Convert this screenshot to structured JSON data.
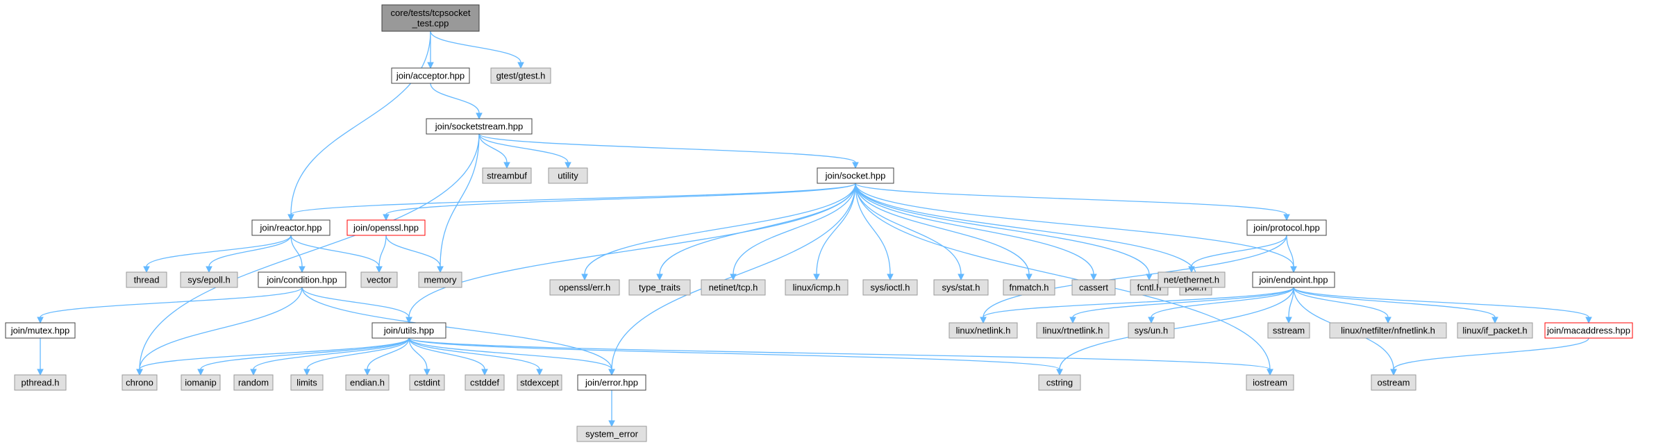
{
  "graph": {
    "nodes": [
      {
        "id": "root",
        "label": "core/tests/tcpsocket\n_test.cpp",
        "kind": "root"
      },
      {
        "id": "acceptor",
        "label": "join/acceptor.hpp",
        "kind": "file"
      },
      {
        "id": "gtest",
        "label": "gtest/gtest.h",
        "kind": "system"
      },
      {
        "id": "socketstream",
        "label": "join/socketstream.hpp",
        "kind": "file"
      },
      {
        "id": "streambuf",
        "label": "streambuf",
        "kind": "system"
      },
      {
        "id": "utility",
        "label": "utility",
        "kind": "system"
      },
      {
        "id": "socket",
        "label": "join/socket.hpp",
        "kind": "file"
      },
      {
        "id": "reactor",
        "label": "join/reactor.hpp",
        "kind": "file"
      },
      {
        "id": "openssl",
        "label": "join/openssl.hpp",
        "kind": "missing"
      },
      {
        "id": "opensslerr",
        "label": "openssl/err.h",
        "kind": "system"
      },
      {
        "id": "typetraits",
        "label": "type_traits",
        "kind": "system"
      },
      {
        "id": "tcp",
        "label": "netinet/tcp.h",
        "kind": "system"
      },
      {
        "id": "icmp",
        "label": "linux/icmp.h",
        "kind": "system"
      },
      {
        "id": "ioctl",
        "label": "sys/ioctl.h",
        "kind": "system"
      },
      {
        "id": "stat",
        "label": "sys/stat.h",
        "kind": "system"
      },
      {
        "id": "fnmatch",
        "label": "fnmatch.h",
        "kind": "system"
      },
      {
        "id": "cassert",
        "label": "cassert",
        "kind": "system"
      },
      {
        "id": "fcntl",
        "label": "fcntl.h",
        "kind": "system"
      },
      {
        "id": "poll",
        "label": "poll.h",
        "kind": "system"
      },
      {
        "id": "protocol",
        "label": "join/protocol.hpp",
        "kind": "file"
      },
      {
        "id": "thread",
        "label": "thread",
        "kind": "system"
      },
      {
        "id": "epoll",
        "label": "sys/epoll.h",
        "kind": "system"
      },
      {
        "id": "condition",
        "label": "join/condition.hpp",
        "kind": "file"
      },
      {
        "id": "vector",
        "label": "vector",
        "kind": "system"
      },
      {
        "id": "memory",
        "label": "memory",
        "kind": "system"
      },
      {
        "id": "ethernet",
        "label": "net/ethernet.h",
        "kind": "system"
      },
      {
        "id": "endpoint",
        "label": "join/endpoint.hpp",
        "kind": "file"
      },
      {
        "id": "mutex",
        "label": "join/mutex.hpp",
        "kind": "file"
      },
      {
        "id": "utils",
        "label": "join/utils.hpp",
        "kind": "file"
      },
      {
        "id": "netlink",
        "label": "linux/netlink.h",
        "kind": "system"
      },
      {
        "id": "rtnetlink",
        "label": "linux/rtnetlink.h",
        "kind": "system"
      },
      {
        "id": "sysun",
        "label": "sys/un.h",
        "kind": "system"
      },
      {
        "id": "sstream",
        "label": "sstream",
        "kind": "system"
      },
      {
        "id": "nfnetlink",
        "label": "linux/netfilter/nfnetlink.h",
        "kind": "system"
      },
      {
        "id": "ifpacket",
        "label": "linux/if_packet.h",
        "kind": "system"
      },
      {
        "id": "macaddress",
        "label": "join/macaddress.hpp",
        "kind": "missing"
      },
      {
        "id": "pthread",
        "label": "pthread.h",
        "kind": "system"
      },
      {
        "id": "chrono",
        "label": "chrono",
        "kind": "system"
      },
      {
        "id": "iomanip",
        "label": "iomanip",
        "kind": "system"
      },
      {
        "id": "random",
        "label": "random",
        "kind": "system"
      },
      {
        "id": "limits",
        "label": "limits",
        "kind": "system"
      },
      {
        "id": "endian",
        "label": "endian.h",
        "kind": "system"
      },
      {
        "id": "cstdint",
        "label": "cstdint",
        "kind": "system"
      },
      {
        "id": "cstddef",
        "label": "cstddef",
        "kind": "system"
      },
      {
        "id": "stdexcept",
        "label": "stdexcept",
        "kind": "system"
      },
      {
        "id": "error",
        "label": "join/error.hpp",
        "kind": "file"
      },
      {
        "id": "cstring",
        "label": "cstring",
        "kind": "system"
      },
      {
        "id": "iostream",
        "label": "iostream",
        "kind": "system"
      },
      {
        "id": "ostream",
        "label": "ostream",
        "kind": "system"
      },
      {
        "id": "systemerror",
        "label": "system_error",
        "kind": "system"
      }
    ],
    "edges": [
      [
        "root",
        "acceptor"
      ],
      [
        "root",
        "gtest"
      ],
      [
        "root",
        "reactor"
      ],
      [
        "acceptor",
        "socketstream"
      ],
      [
        "socketstream",
        "chrono"
      ],
      [
        "socketstream",
        "memory"
      ],
      [
        "socketstream",
        "streambuf"
      ],
      [
        "socketstream",
        "utility"
      ],
      [
        "socketstream",
        "socket"
      ],
      [
        "socket",
        "reactor"
      ],
      [
        "socket",
        "openssl"
      ],
      [
        "socket",
        "utils"
      ],
      [
        "socket",
        "error"
      ],
      [
        "socket",
        "opensslerr"
      ],
      [
        "socket",
        "typetraits"
      ],
      [
        "socket",
        "tcp"
      ],
      [
        "socket",
        "icmp"
      ],
      [
        "socket",
        "ioctl"
      ],
      [
        "socket",
        "stat"
      ],
      [
        "socket",
        "fnmatch"
      ],
      [
        "socket",
        "cassert"
      ],
      [
        "socket",
        "fcntl"
      ],
      [
        "socket",
        "poll"
      ],
      [
        "socket",
        "protocol"
      ],
      [
        "socket",
        "endpoint"
      ],
      [
        "socket",
        "iostream"
      ],
      [
        "reactor",
        "thread"
      ],
      [
        "reactor",
        "epoll"
      ],
      [
        "reactor",
        "condition"
      ],
      [
        "reactor",
        "vector"
      ],
      [
        "openssl",
        "vector"
      ],
      [
        "openssl",
        "memory"
      ],
      [
        "condition",
        "mutex"
      ],
      [
        "condition",
        "chrono"
      ],
      [
        "condition",
        "utils"
      ],
      [
        "condition",
        "error"
      ],
      [
        "mutex",
        "pthread"
      ],
      [
        "utils",
        "chrono"
      ],
      [
        "utils",
        "iomanip"
      ],
      [
        "utils",
        "random"
      ],
      [
        "utils",
        "limits"
      ],
      [
        "utils",
        "endian"
      ],
      [
        "utils",
        "cstdint"
      ],
      [
        "utils",
        "cstddef"
      ],
      [
        "utils",
        "stdexcept"
      ],
      [
        "utils",
        "error"
      ],
      [
        "utils",
        "cstring"
      ],
      [
        "utils",
        "iostream"
      ],
      [
        "error",
        "systemerror"
      ],
      [
        "protocol",
        "ethernet"
      ],
      [
        "protocol",
        "endpoint"
      ],
      [
        "protocol",
        "netlink"
      ],
      [
        "endpoint",
        "netlink"
      ],
      [
        "endpoint",
        "rtnetlink"
      ],
      [
        "endpoint",
        "sysun"
      ],
      [
        "endpoint",
        "sstream"
      ],
      [
        "endpoint",
        "nfnetlink"
      ],
      [
        "endpoint",
        "ifpacket"
      ],
      [
        "endpoint",
        "macaddress"
      ],
      [
        "endpoint",
        "cstring"
      ],
      [
        "endpoint",
        "ostream"
      ],
      [
        "macaddress",
        "ostream"
      ]
    ],
    "colors": {
      "edge": "#63b8ff",
      "root_fill": "#999999",
      "file_fill": "#ffffff",
      "system_fill": "#e0e0e0",
      "system_border": "#999999",
      "missing_border": "#ff0000",
      "node_border": "#404040"
    }
  }
}
